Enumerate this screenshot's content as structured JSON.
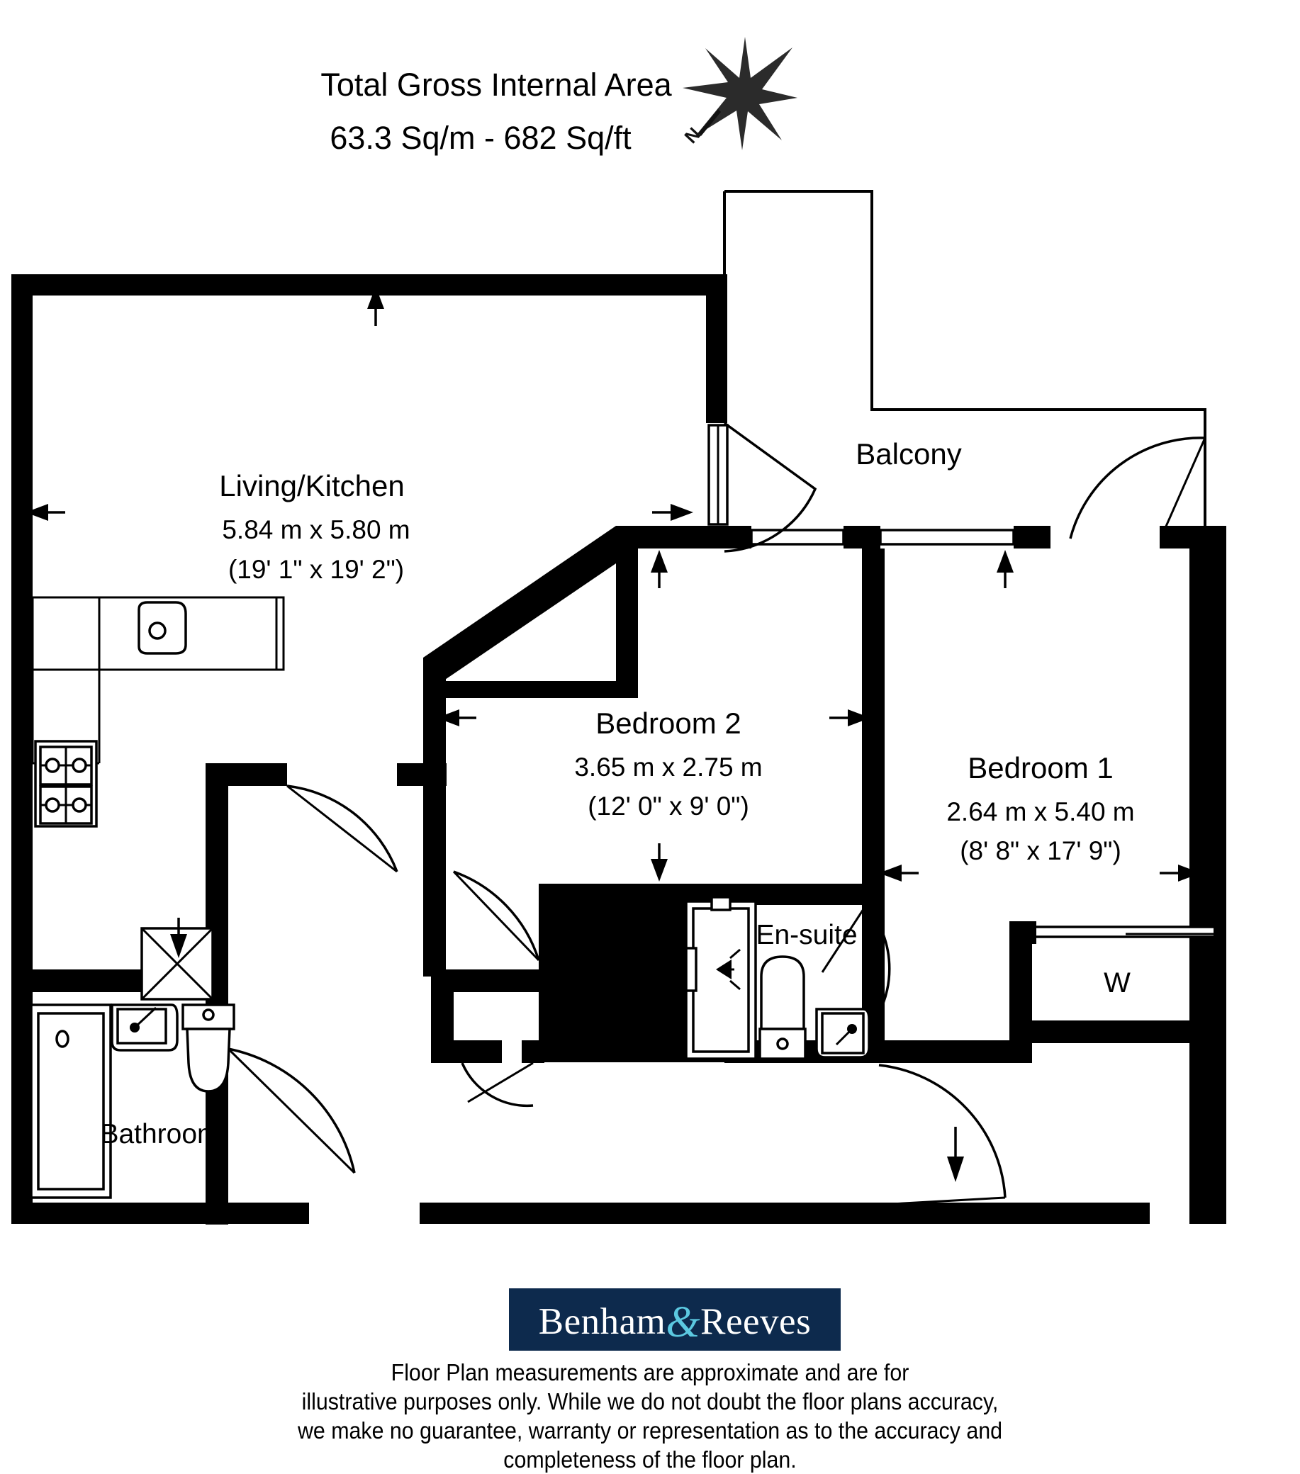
{
  "header": {
    "title_line1": "Total Gross Internal Area",
    "title_line2": "63.3 Sq/m - 682 Sq/ft",
    "compass_label": "N",
    "compass_icon": "compass-star-icon"
  },
  "rooms": [
    {
      "id": "living-kitchen",
      "name": "Living/Kitchen",
      "dim_metric": "5.84 m x 5.80 m",
      "dim_imperial": "(19' 1\" x 19' 2\")"
    },
    {
      "id": "bedroom-2",
      "name": "Bedroom 2",
      "dim_metric": "3.65 m x 2.75 m",
      "dim_imperial": "(12' 0\" x 9' 0\")"
    },
    {
      "id": "bedroom-1",
      "name": "Bedroom 1",
      "dim_metric": "2.64 m x 5.40 m",
      "dim_imperial": "(8' 8\" x 17' 9\")"
    },
    {
      "id": "balcony",
      "name": "Balcony",
      "dim_metric": "",
      "dim_imperial": ""
    },
    {
      "id": "en-suite",
      "name": "En-suite",
      "dim_metric": "",
      "dim_imperial": ""
    },
    {
      "id": "bathroom",
      "name": "Bathroom",
      "dim_metric": "",
      "dim_imperial": ""
    }
  ],
  "annotations": {
    "wardrobe_label": "W"
  },
  "fixtures": [
    {
      "name": "kitchen-sink-icon"
    },
    {
      "name": "kitchen-hob-icon"
    },
    {
      "name": "bathtub-icon"
    },
    {
      "name": "bathroom-sink-icon"
    },
    {
      "name": "toilet-icon"
    },
    {
      "name": "ensuite-shower-icon"
    },
    {
      "name": "ensuite-toilet-icon"
    },
    {
      "name": "ensuite-sink-icon"
    },
    {
      "name": "utility-cupboard-icon"
    }
  ],
  "branding": {
    "logo_part1": "Benham",
    "logo_ampersand": "&",
    "logo_part2": "Reeves",
    "logo_bg_color": "#0d2a4d",
    "logo_text_color": "#ffffff",
    "logo_accent_color": "#5bc8e0"
  },
  "disclaimer": {
    "line1": "Floor Plan measurements are approximate and are for",
    "line2": "illustrative purposes only.  While we do not doubt the floor plans accuracy,",
    "line3": "we make no guarantee, warranty or representation as to the accuracy and",
    "line4": "completeness of the floor plan."
  }
}
